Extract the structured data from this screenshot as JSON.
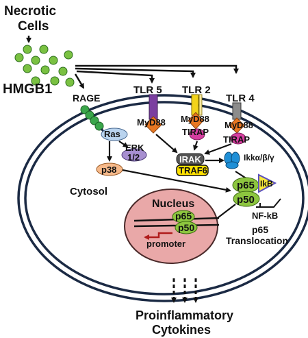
{
  "labels": {
    "necrotic_line1": "Necrotic",
    "necrotic_line2": "Cells",
    "hmgb1": "HMGB1",
    "rage": "RAGE",
    "tlr5": "TLR 5",
    "tlr2": "TLR 2",
    "tlr4": "TLR 4",
    "myd88": "MyD88",
    "myd88_line": "MyD88",
    "tirap": "TIRAP",
    "ras": "Ras",
    "erk_line1": "ERK",
    "erk_line2": "1/2",
    "p38": "p38",
    "irak": "IRAK",
    "traf6": "TRAF6",
    "ikk": "Ikkα/β/γ",
    "cytosol": "Cytosol",
    "p65": "p65",
    "ikb": "IkB",
    "p50": "p50",
    "nfkb": "NF-kB",
    "nucleus": "Nucleus",
    "promoter": "promoter",
    "translocation_line1": "p65",
    "translocation_line2": "Translocation",
    "output_line1": "Proinflammatory",
    "output_line2": "Cytokines"
  },
  "colors": {
    "hmgb1_dot": "#7ac142",
    "rage_bead": "#3aa64a",
    "tlr5": "#7b3fa0",
    "tlr2": "#f2d31b",
    "tlr4": "#8c8c8c",
    "myd88": "#e87722",
    "tirap": "#d63ea0",
    "ras": "#b9d3ee",
    "erk": "#a78fd0",
    "p38": "#f6b98a",
    "irak": "#555555",
    "traf6": "#ffe100",
    "ikk": "#1f8fd6",
    "p65_p50": "#8dc63f",
    "ikb": "#f7e83a",
    "nucleus": "#e9a8a8",
    "promoter_arrow": "#b01c1c"
  }
}
